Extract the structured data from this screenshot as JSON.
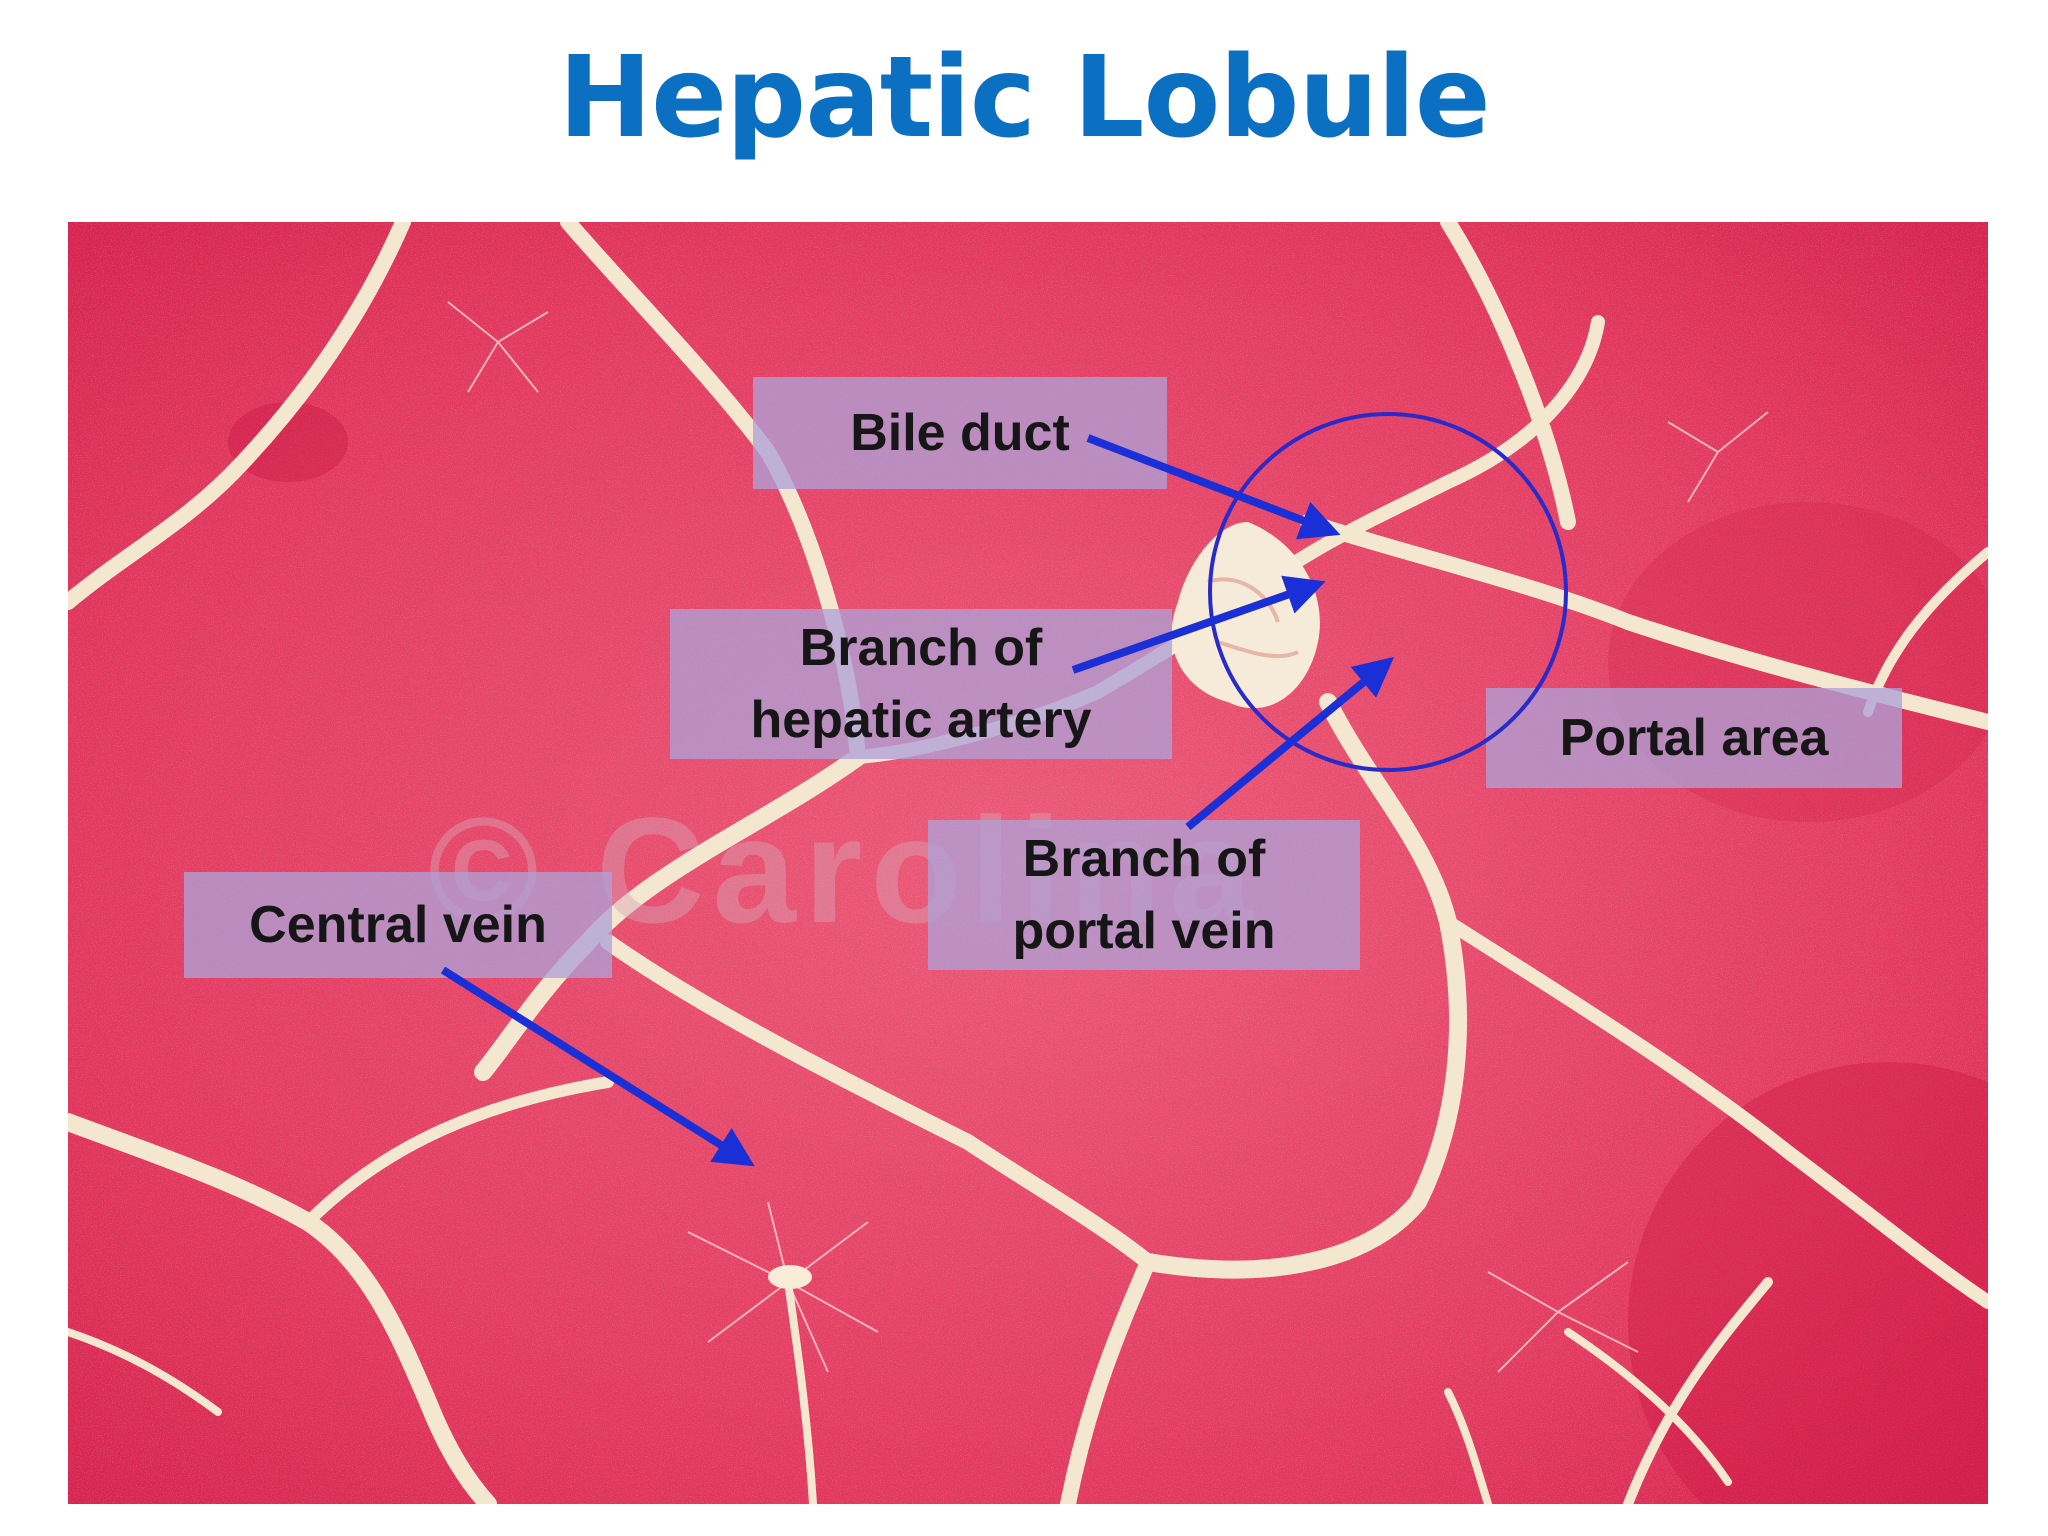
{
  "title": "Hepatic Lobule",
  "labels": {
    "bile_duct": "Bile duct",
    "hepatic_artery_line1": "Branch of",
    "hepatic_artery_line2": "hepatic artery",
    "portal_area": "Portal area",
    "portal_vein_line1": "Branch of",
    "portal_vein_line2": "portal vein",
    "central_vein": "Central vein"
  },
  "colors": {
    "title": "#0b6fc2",
    "tissue": "#e0395e",
    "septa": "#f3e6cf",
    "label_box": "#b0a0d6",
    "arrow": "#1a2fd6"
  }
}
